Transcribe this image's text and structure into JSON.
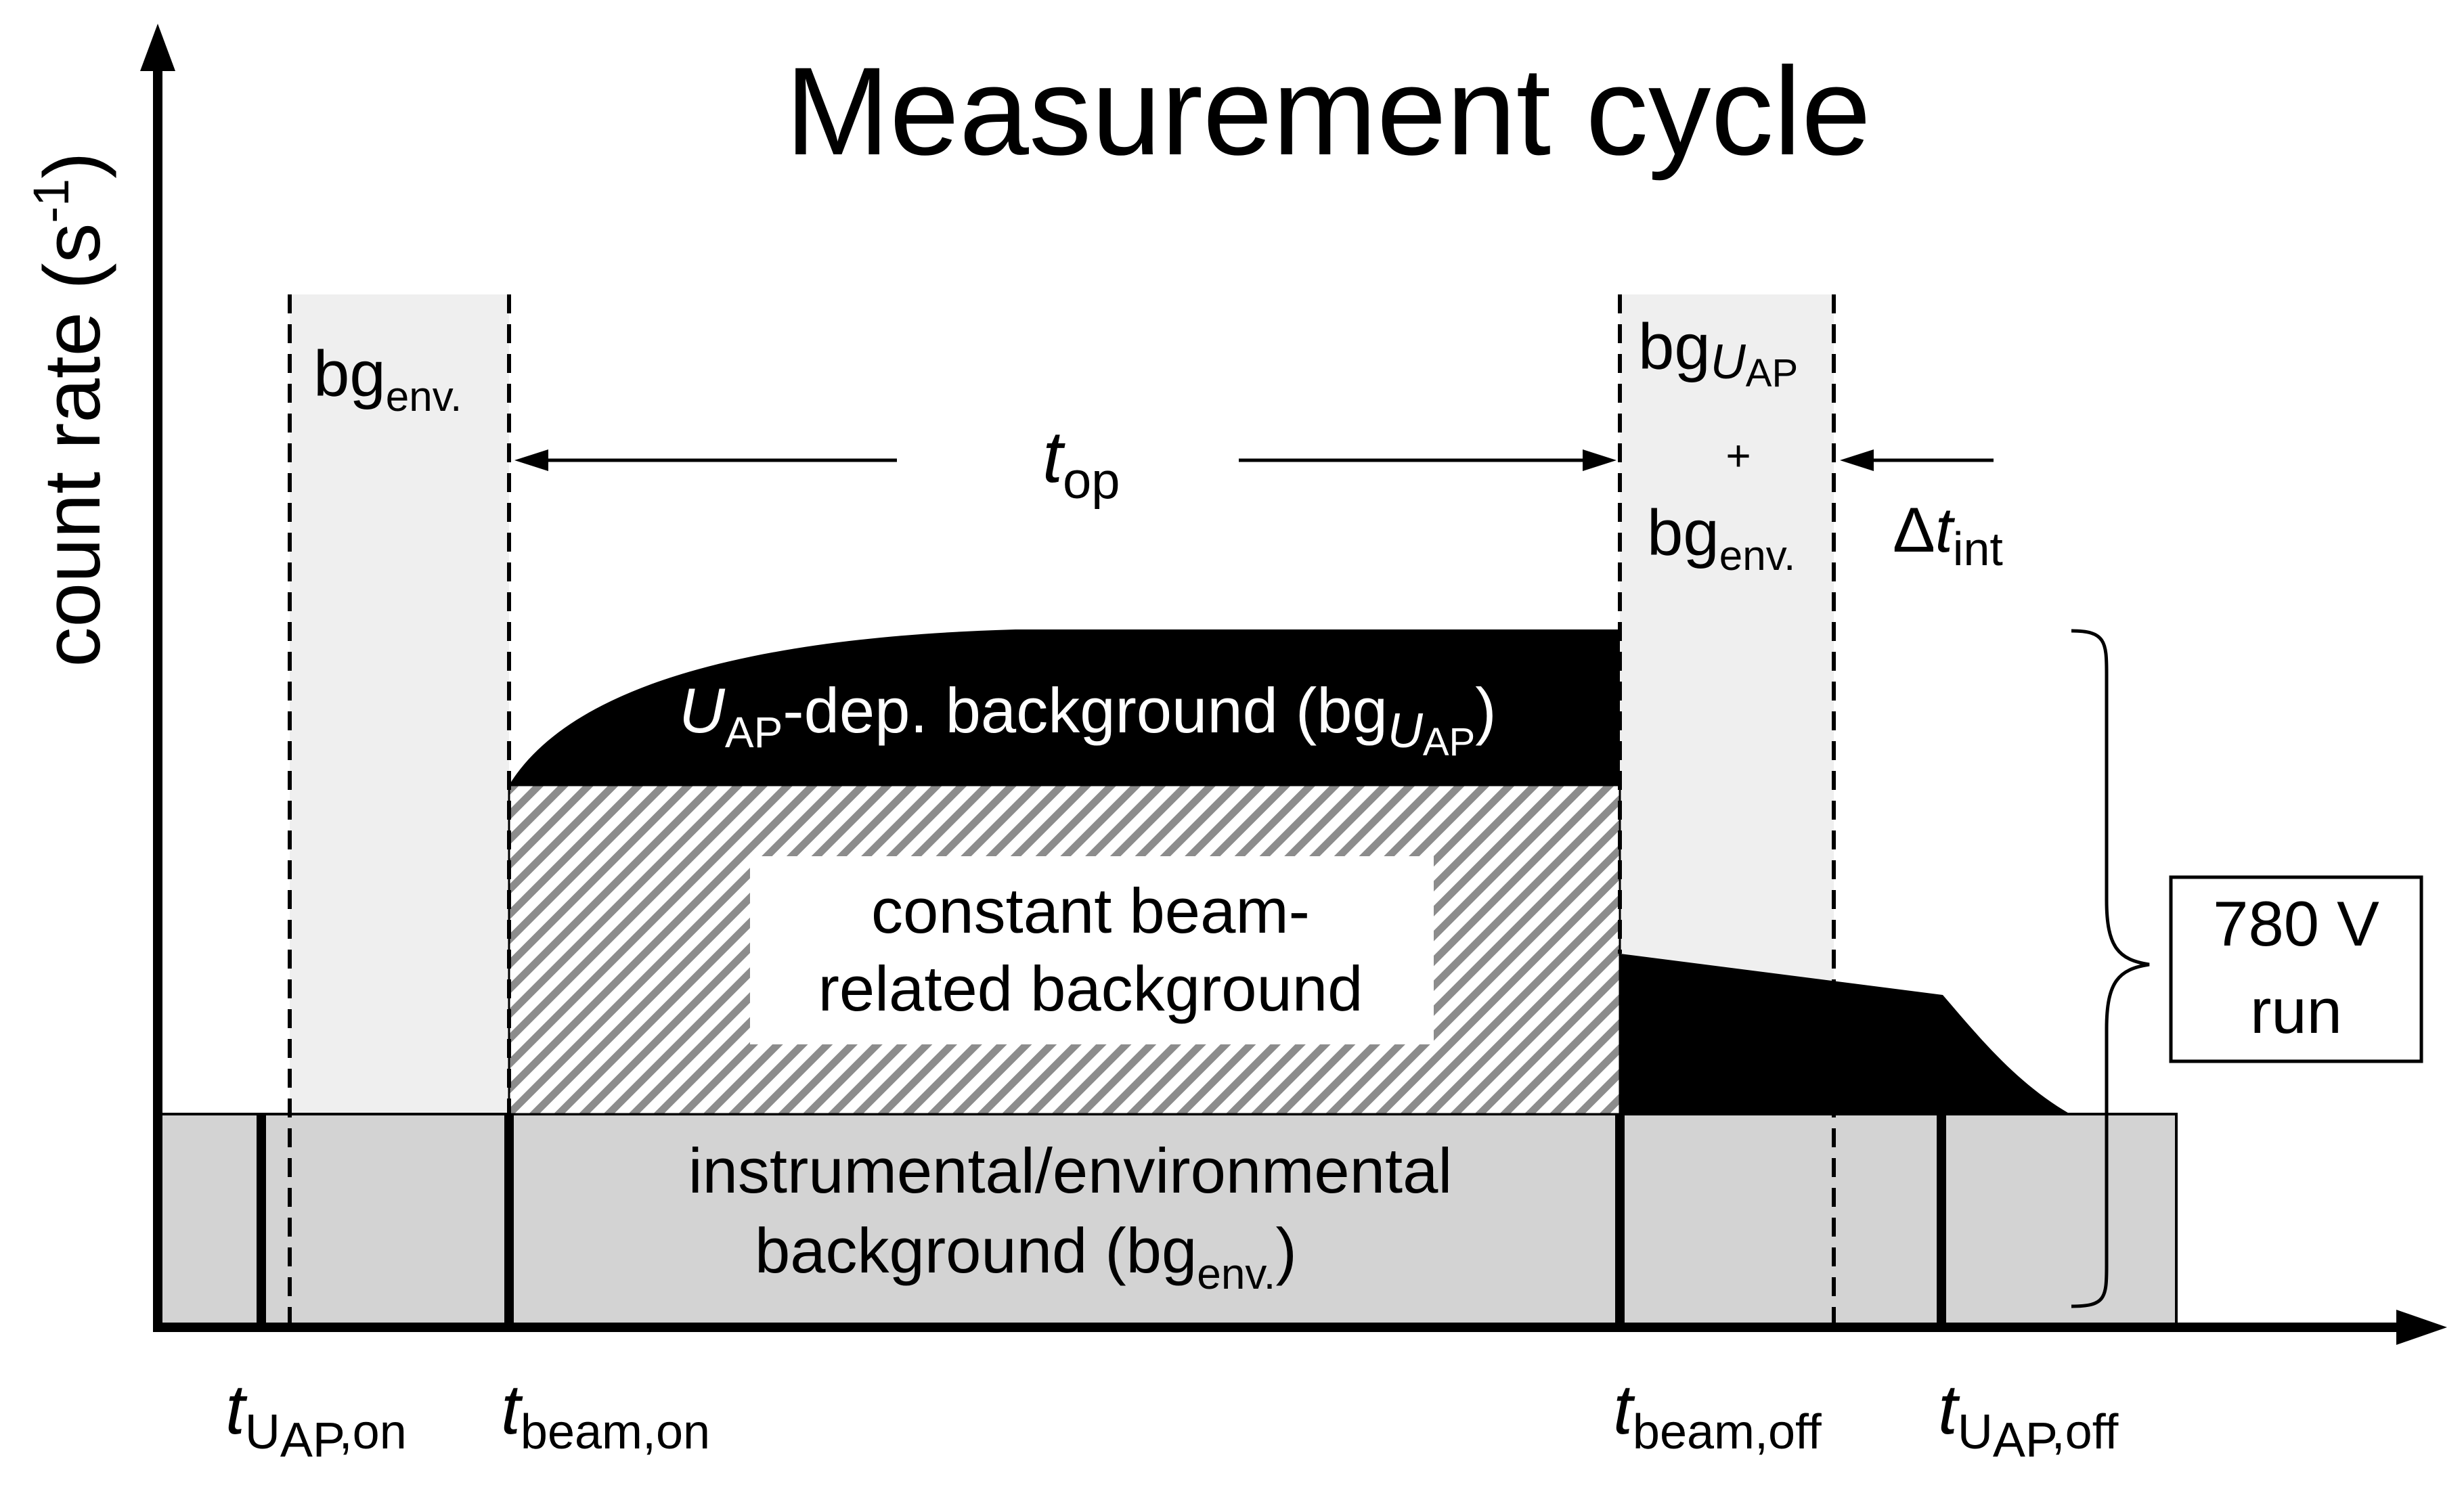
{
  "title": "Measurement cycle",
  "axes": {
    "y_label_main": "count rate (s",
    "y_label_sup": "-1",
    "y_label_close": ")"
  },
  "regions": {
    "bg_env_window": {
      "base": "bg",
      "sub": "env."
    },
    "bg_uap_window": {
      "line1_base": "bg",
      "line1_sub": "U",
      "line1_subsub": "AP",
      "plus": "+",
      "line3_base": "bg",
      "line3_sub": "env."
    },
    "uap_dep_background": {
      "italic_u": "U",
      "sub_ap": "AP",
      "text": "-dep. background (bg",
      "sub_u": "U",
      "sub_sub_ap": "AP",
      "close": ")"
    },
    "constant_background": {
      "line1": "constant beam-",
      "line2": "related background"
    },
    "env_background": {
      "line1": "instrumental/environmental",
      "line2_text": "background (bg",
      "line2_sub": "env.",
      "line2_close": ")"
    }
  },
  "intervals": {
    "t_op": {
      "t": "t",
      "sub": "op"
    },
    "delta_t_int": {
      "delta": "Δ",
      "t": "t",
      "sub": "int"
    }
  },
  "times": [
    {
      "t": "t",
      "sub": "U",
      "subsub": "AP",
      "tail": ",on"
    },
    {
      "t": "t",
      "sub": "beam,on"
    },
    {
      "t": "t",
      "sub": "beam,off"
    },
    {
      "t": "t",
      "sub": "U",
      "subsub": "AP",
      "tail": ",off"
    }
  ],
  "run_box": {
    "line1": "780 V",
    "line2": "run"
  },
  "colors": {
    "axis": "#000000",
    "env_fill": "#d3d3d3",
    "window_fill": "#efefef",
    "hatch": "#8c8c8c",
    "black_fill": "#000000"
  }
}
